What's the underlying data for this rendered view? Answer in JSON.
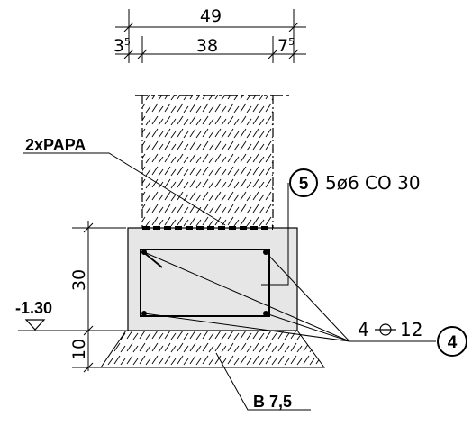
{
  "dimensions": {
    "overall_width": "49",
    "left_offset": "3",
    "left_offset_sup": "5",
    "wall_width": "38",
    "right_offset": "7",
    "right_offset_sup": "5",
    "footing_height": "30",
    "base_height": "10"
  },
  "labels": {
    "membrane": "2xPAPA",
    "stirrup_marker": "5",
    "stirrup_spec": "5ø6 CO 30",
    "longitudinal_marker": "4",
    "longitudinal_spec_count": "4",
    "longitudinal_spec_diameter": "12",
    "elevation": "-1.30",
    "lean_concrete": "B 7,5"
  },
  "colors": {
    "footing_fill": "#e6e6e6",
    "line": "#000000"
  }
}
